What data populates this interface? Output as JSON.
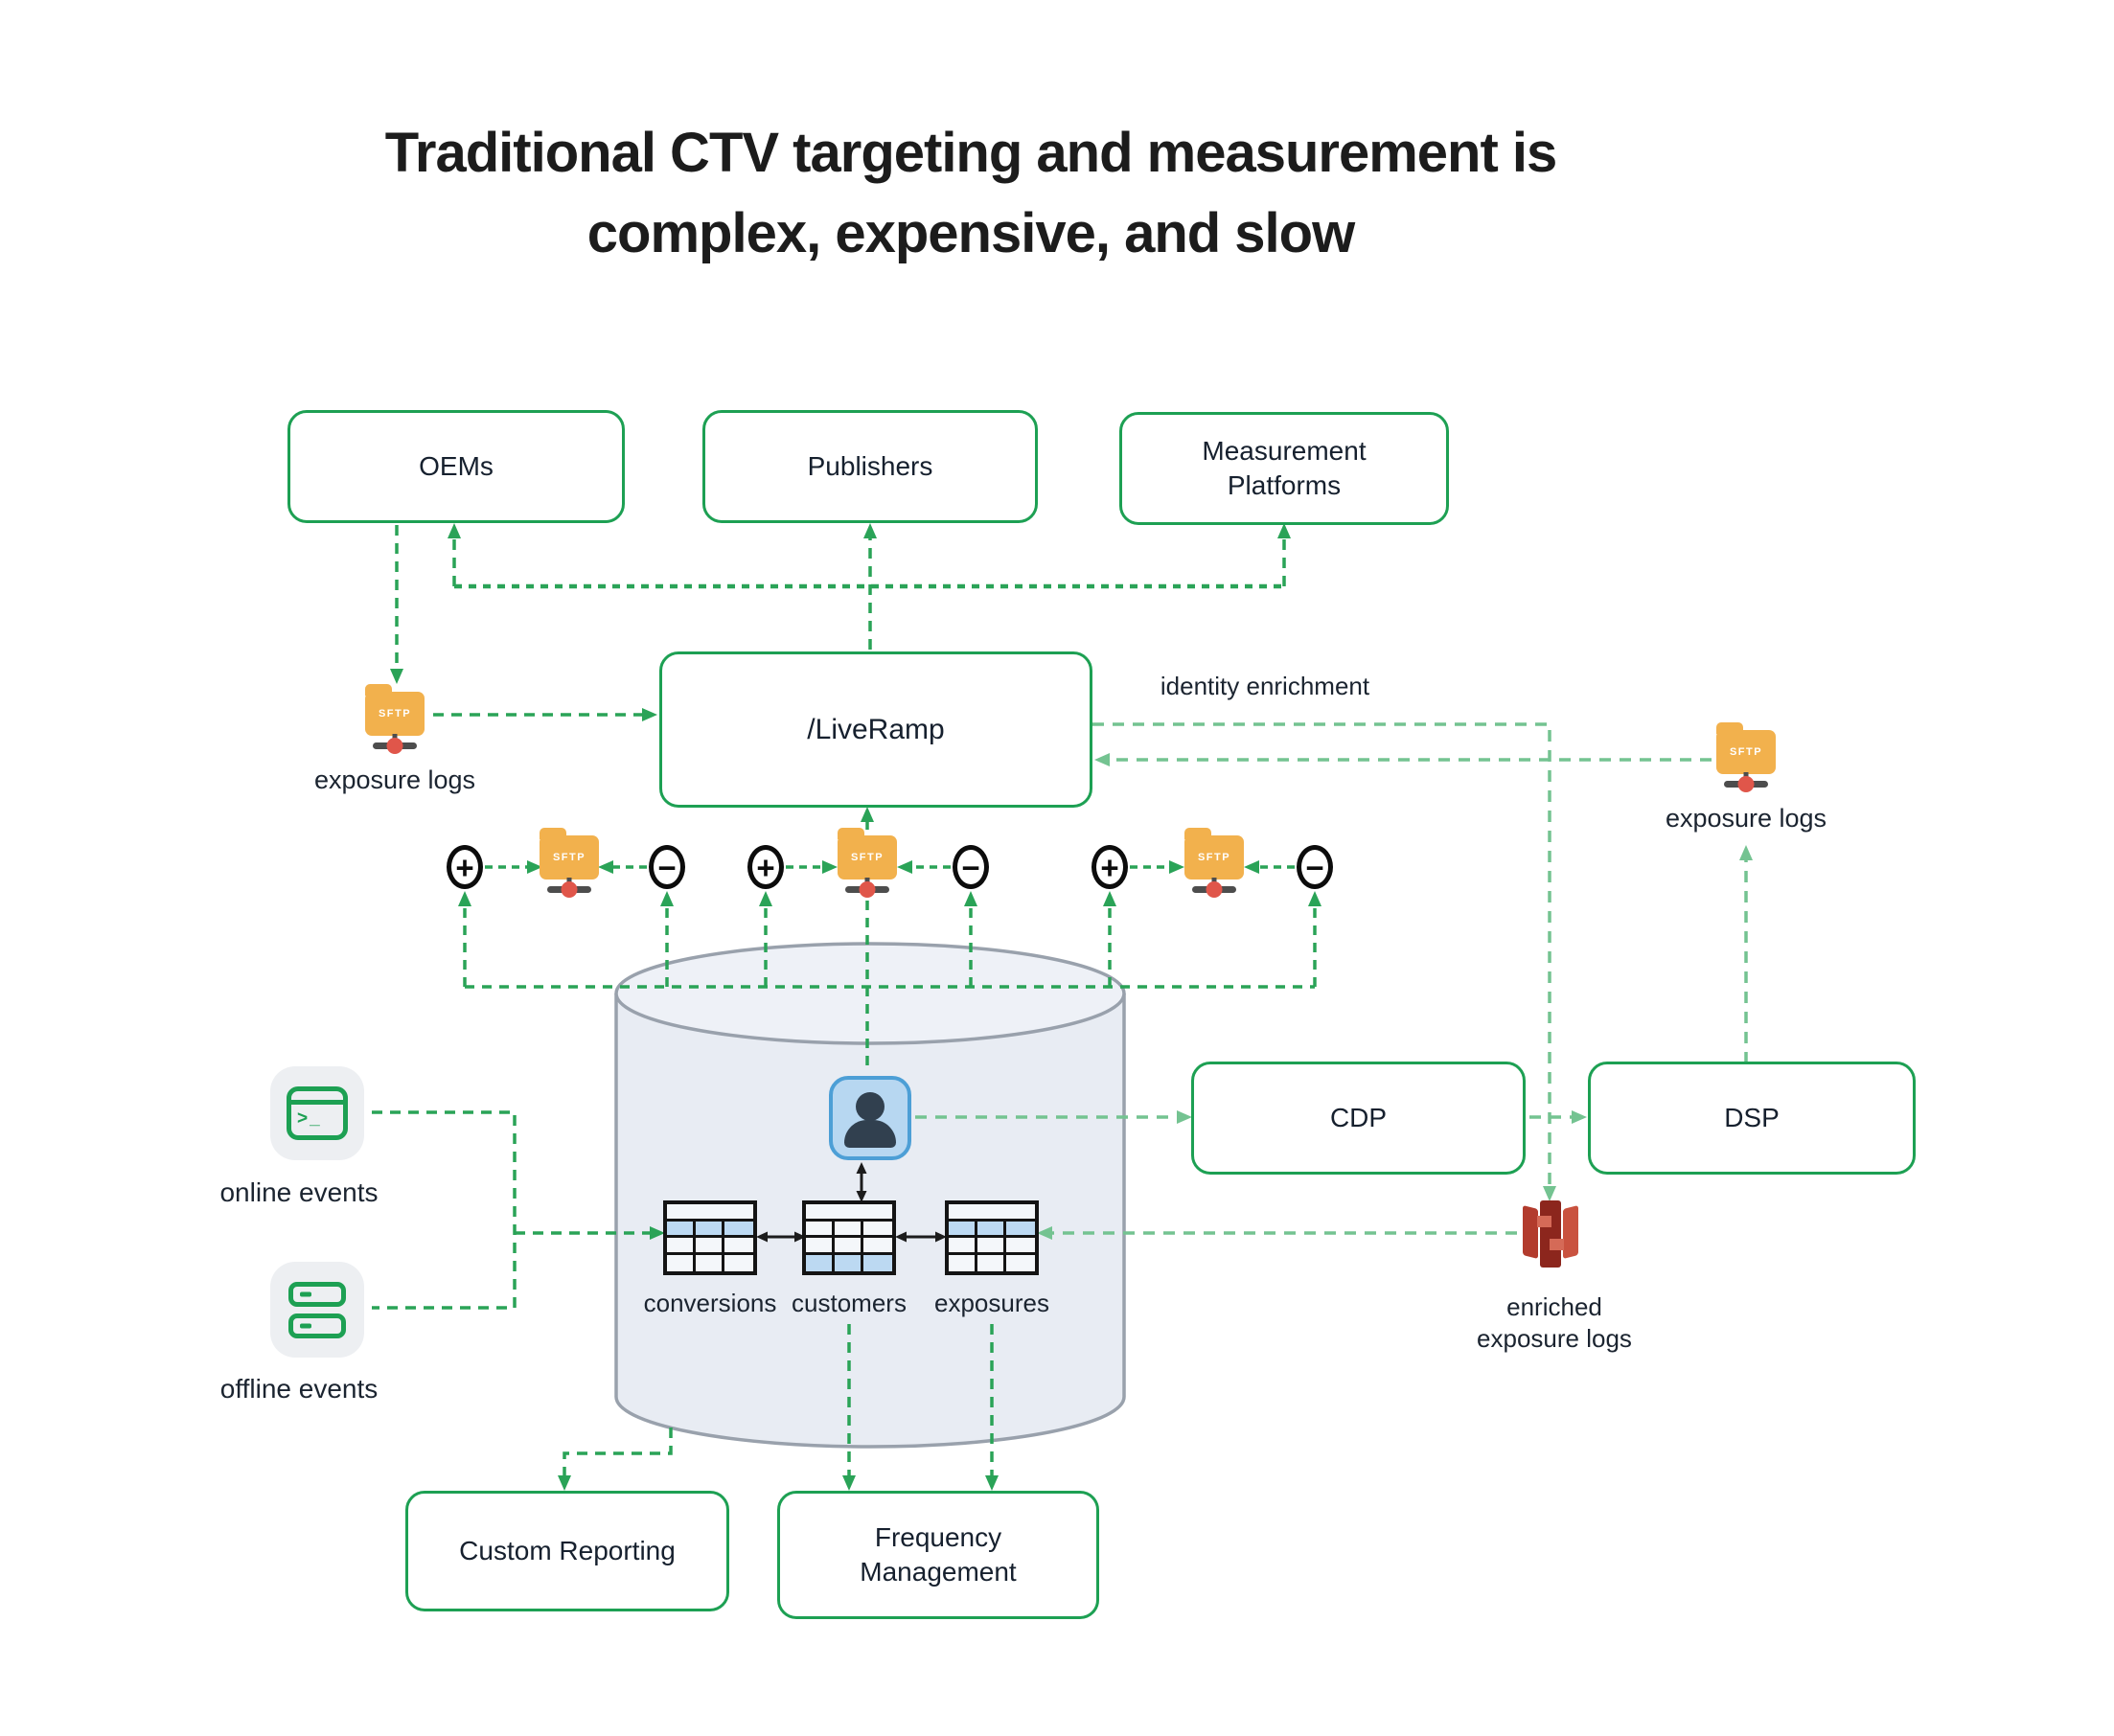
{
  "title": {
    "line1": "Traditional CTV targeting and measurement is",
    "line2": "complex, expensive, and slow"
  },
  "nodes": {
    "oems": "OEMs",
    "publishers": "Publishers",
    "measurement_line1": "Measurement",
    "measurement_line2": "Platforms",
    "liveramp": "/LiveRamp",
    "cdp": "CDP",
    "dsp": "DSP",
    "custom_reporting": "Custom Reporting",
    "frequency_line1": "Frequency",
    "frequency_line2": "Management"
  },
  "labels": {
    "exposure_logs_left": "exposure logs",
    "exposure_logs_right": "exposure logs",
    "identity_enrichment": "identity enrichment",
    "enriched_line1": "enriched",
    "enriched_line2": "exposure logs",
    "online_events": "online events",
    "offline_events": "offline events"
  },
  "tables": {
    "labels": [
      "conversions",
      "customers",
      "exposures"
    ]
  },
  "icons": {
    "sftp_label": "SFTP",
    "plus": "+",
    "minus": "−",
    "terminal_prompt": ">_"
  },
  "colors": {
    "node_border_green": "#1da053",
    "line_green": "#2aa357",
    "line_green_light": "#74c391",
    "folder_orange": "#f2b14d",
    "table_highlight": "#bcd9f2",
    "cylinder_fill": "#e8ecf3",
    "person_fill": "#b7d7f1",
    "person_border": "#4d9fd6",
    "red_icon": "#b23b2d"
  }
}
